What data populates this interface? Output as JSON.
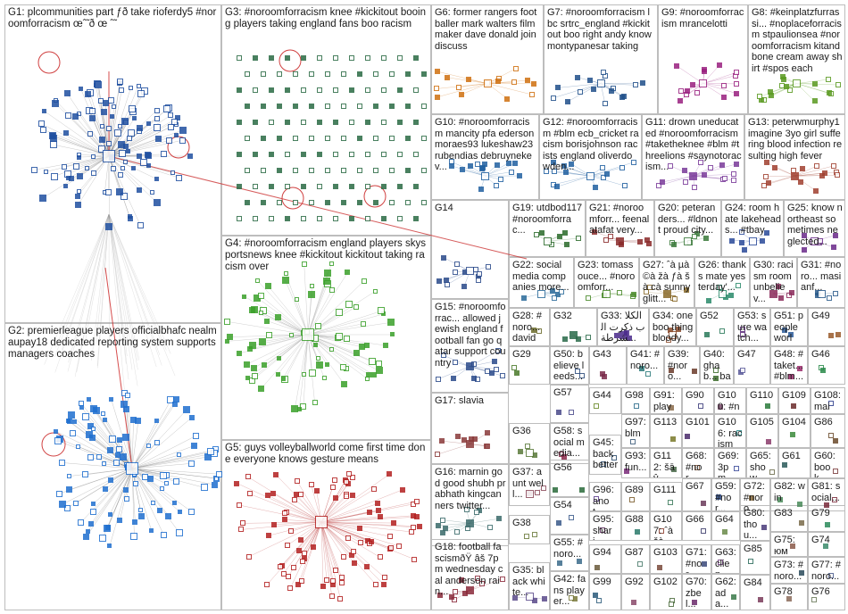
{
  "groups": [
    {
      "id": "g1",
      "label": "G1: plcommunities part ƒð take rioferdy5 #noroomforracism œˆ̃ ð œ ˆ̃",
      "color": "#1f4fa0"
    },
    {
      "id": "g2",
      "label": "G2: premierleague players officialbhafc nealmaupay18 dedicated reporting system supports managers coaches",
      "color": "#1f6fd0"
    },
    {
      "id": "g3",
      "label": "G3: #noroomforracism knee #kickitout booing players taking england fans boo racism",
      "color": "#2a6a44"
    },
    {
      "id": "g4",
      "label": "G4: #noroomforracism england players skysportsnews knee #kickitout kickitout taking racism over",
      "color": "#3aa02a"
    },
    {
      "id": "g5",
      "label": "G5: guys volleyballworld come first time done everyone knows gesture means",
      "color": "#b32020"
    },
    {
      "id": "g6",
      "label": "G6: former rangers footballer mark walters filmmaker dave donald join discuss",
      "color": "#d07010"
    },
    {
      "id": "g7",
      "label": "G7: #noroomforracism lbc srtrc_england #kickitout boo right andy know montypanesar taking",
      "color": "#20508a"
    },
    {
      "id": "g9",
      "label": "G9: #noroomforracism mrancelotti",
      "color": "#9a2080"
    },
    {
      "id": "g8",
      "label": "G8: #keinplatzfurrassi... #noplaceforracism stpaulionsea #noroomforracism kitandbone cream away shirt #spos each",
      "color": "#5a9a20"
    },
    {
      "id": "g10",
      "label": "G10: #noroomforracism mancity pfa edersonmoraes93 lukeshaw23 rubendias debruynekev...",
      "color": "#2060a0"
    },
    {
      "id": "g12",
      "label": "G12: #noroomforracism #blm ecb_cricket racism borisjohnson racists england oliverdowden...",
      "color": "#2060a0"
    },
    {
      "id": "g11",
      "label": "G11: drown uneducated #noroomforracism #taketheknee #blm #threelions #saynotoracism...",
      "color": "#7a3a9a"
    },
    {
      "id": "g13",
      "label": "G13: peterwmurphy1 imagine 3yo girl suffering blood infection resulting high fever",
      "color": "#a04030"
    },
    {
      "id": "g14",
      "label": "G14",
      "color": "#2a4a8a"
    },
    {
      "id": "g19",
      "label": "G19: utdbod117 #noroomforrac...",
      "color": "#2a6a2a"
    },
    {
      "id": "g21",
      "label": "G21: #noroomforr... feenalatafat very...",
      "color": "#8a2a2a"
    },
    {
      "id": "g20",
      "label": "G20: peteranders... #ldnont proud city...",
      "color": "#3a7a3a"
    },
    {
      "id": "g24",
      "label": "G24: room hate lakeheads... #tbay",
      "color": "#2a4a9a"
    },
    {
      "id": "g25",
      "label": "G25: know northeast sometimes neglected...",
      "color": "#6a2a8a"
    },
    {
      "id": "g22",
      "label": "G22: social media companies more...",
      "color": "#2a6a9a"
    },
    {
      "id": "g23",
      "label": "G23: tomassouce... #noroomforr...",
      "color": "#4a8a2a"
    },
    {
      "id": "g27",
      "label": "G27: ˆà µà ©à žà ƒà šà cà sunnyglitt...",
      "color": "#8a6a2a"
    },
    {
      "id": "g26",
      "label": "G26: thanks mate yesterday'...",
      "color": "#2a8a6a"
    },
    {
      "id": "g30",
      "label": "G30: racism room unbeliev...",
      "color": "#8a2a5a"
    },
    {
      "id": "g31",
      "label": "G31: #noro... masianf...",
      "color": "#2a5a8a"
    },
    {
      "id": "g15",
      "label": "G15: #noroomforrac... allowed jewish england football fan go qatar support country",
      "color": "#2a4a8a"
    },
    {
      "id": "g28",
      "label": "G28: #noro... davidc...",
      "color": "#6a6a2a"
    },
    {
      "id": "g32",
      "label": "G32",
      "color": "#2a6a4a"
    },
    {
      "id": "g33",
      "label": "G33: الكلاب ذكرت الشرطة...",
      "color": "#4a2a8a"
    },
    {
      "id": "g34",
      "label": "G34: one boo thing bloody...",
      "color": "#8a4a2a"
    },
    {
      "id": "g52",
      "label": "G52",
      "color": "#2a7a5a"
    },
    {
      "id": "g53",
      "label": "G53: sure watch...",
      "color": "#5a2a7a"
    },
    {
      "id": "g51",
      "label": "G51: people world...",
      "color": "#2a5a9a"
    },
    {
      "id": "g49",
      "label": "G49",
      "color": "#9a5a2a"
    },
    {
      "id": "g29",
      "label": "G29",
      "color": "#4a7a2a"
    },
    {
      "id": "g50",
      "label": "G50: believe leeds...",
      "color": "#2a4a7a"
    },
    {
      "id": "g43",
      "label": "G43",
      "color": "#7a2a4a"
    },
    {
      "id": "g41",
      "label": "G41: #noro...",
      "color": "#2a7a7a"
    },
    {
      "id": "g39",
      "label": "G39: #noro...",
      "color": "#6a3a2a"
    },
    {
      "id": "g40",
      "label": "G40: ghab... badpi...",
      "color": "#3a6a2a"
    },
    {
      "id": "g47",
      "label": "G47",
      "color": "#5a5a9a"
    },
    {
      "id": "g48",
      "label": "G48: #taket... #blm...",
      "color": "#9a2a6a"
    },
    {
      "id": "g46",
      "label": "G46",
      "color": "#2a8a4a"
    },
    {
      "id": "g17",
      "label": "G17: slavia",
      "color": "#8a3a3a"
    },
    {
      "id": "g57",
      "label": "G57",
      "color": "#4a4a8a"
    },
    {
      "id": "g44",
      "label": "G44",
      "color": "#6a8a2a"
    },
    {
      "id": "g98",
      "label": "G98",
      "color": "#2a6a8a"
    },
    {
      "id": "g91",
      "label": "G91: playe...",
      "color": "#8a6a4a"
    },
    {
      "id": "g90",
      "label": "G90",
      "color": "#3a3a7a"
    },
    {
      "id": "g100",
      "label": "G100: #nor...",
      "color": "#7a4a6a"
    },
    {
      "id": "g110",
      "label": "G110",
      "color": "#2a7a3a"
    },
    {
      "id": "g109",
      "label": "G109",
      "color": "#6a2a2a"
    },
    {
      "id": "g108",
      "label": "G108: mais...",
      "color": "#2a3a8a"
    },
    {
      "id": "g36",
      "label": "G36",
      "color": "#5a7a3a"
    },
    {
      "id": "g58",
      "label": "G58: social media...",
      "color": "#8a2a4a"
    },
    {
      "id": "g97",
      "label": "G97: blm",
      "color": "#3a5a7a"
    },
    {
      "id": "g113",
      "label": "G113",
      "color": "#7a7a2a"
    },
    {
      "id": "g101",
      "label": "G101",
      "color": "#4a2a6a"
    },
    {
      "id": "g106",
      "label": "G106: racism",
      "color": "#2a8a8a"
    },
    {
      "id": "g105",
      "label": "G105",
      "color": "#8a3a6a"
    },
    {
      "id": "g104",
      "label": "G104",
      "color": "#3a8a3a"
    },
    {
      "id": "g86",
      "label": "G86",
      "color": "#6a4a2a"
    },
    {
      "id": "g45",
      "label": "G45: back better",
      "color": "#2a4a6a"
    },
    {
      "id": "g93",
      "label": "G93: fun...",
      "color": "#7a2a7a"
    },
    {
      "id": "g112",
      "label": "G112: šāŷ",
      "color": "#4a6a4a"
    },
    {
      "id": "g68",
      "label": "G68: #nor...",
      "color": "#8a5a3a"
    },
    {
      "id": "g69",
      "label": "G69: 3pm...",
      "color": "#3a4a9a"
    },
    {
      "id": "g65",
      "label": "G65: show...",
      "color": "#6a6a4a"
    },
    {
      "id": "g61",
      "label": "G61",
      "color": "#2a5a5a"
    },
    {
      "id": "g60",
      "label": "G60: book...",
      "color": "#7a3a3a"
    },
    {
      "id": "g16",
      "label": "G16: marnin god good shubh prabhath kingcanners twitter...",
      "color": "#3a6a6a"
    },
    {
      "id": "g37",
      "label": "G37: aunt well...",
      "color": "#8a4a5a"
    },
    {
      "id": "g56",
      "label": "G56",
      "color": "#2a6a3a"
    },
    {
      "id": "g96",
      "label": "G96: anot...",
      "color": "#5a3a8a"
    },
    {
      "id": "g89",
      "label": "G89",
      "color": "#7a5a2a"
    },
    {
      "id": "g111",
      "label": "G111",
      "color": "#3a7a5a"
    },
    {
      "id": "g67",
      "label": "G67",
      "color": "#6a3a5a"
    },
    {
      "id": "g59",
      "label": "G59: #nor...",
      "color": "#2a4a8a"
    },
    {
      "id": "g72",
      "label": "G72: #noro...",
      "color": "#8a6a3a"
    },
    {
      "id": "g82",
      "label": "G82: win",
      "color": "#4a8a5a"
    },
    {
      "id": "g81",
      "label": "G81: social...",
      "color": "#7a2a3a"
    },
    {
      "id": "g54",
      "label": "G54",
      "color": "#3a5a8a"
    },
    {
      "id": "g38",
      "label": "G38",
      "color": "#6a7a3a"
    },
    {
      "id": "g95",
      "label": "G95: shari...",
      "color": "#5a2a5a"
    },
    {
      "id": "g88",
      "label": "G88",
      "color": "#2a7a6a"
    },
    {
      "id": "g107",
      "label": "G107: ˆà šà...",
      "color": "#8a3a2a"
    },
    {
      "id": "g66",
      "label": "G66",
      "color": "#3a3a6a"
    },
    {
      "id": "g64",
      "label": "G64",
      "color": "#6a8a4a"
    },
    {
      "id": "g80",
      "label": "G80: thou...",
      "color": "#4a3a7a"
    },
    {
      "id": "g83",
      "label": "G83",
      "color": "#7a6a4a"
    },
    {
      "id": "g79",
      "label": "G79",
      "color": "#2a8a5a"
    },
    {
      "id": "g18",
      "label": "G18: football fascismðŸ âš 7pm wednesday cal anderson rain...",
      "color": "#8a2a3a"
    },
    {
      "id": "g55",
      "label": "G55: #noro...",
      "color": "#3a6a8a"
    },
    {
      "id": "g94",
      "label": "G94",
      "color": "#6a5a3a"
    },
    {
      "id": "g87",
      "label": "G87",
      "color": "#4a7a6a"
    },
    {
      "id": "g103",
      "label": "G103",
      "color": "#7a4a3a"
    },
    {
      "id": "g71",
      "label": "G71: #nor...",
      "color": "#3a4a7a"
    },
    {
      "id": "g63",
      "label": "G63: clien...",
      "color": "#6a3a7a"
    },
    {
      "id": "g85",
      "label": "G85",
      "color": "#2a6a5a"
    },
    {
      "id": "g75",
      "label": "G75: юм",
      "color": "#8a5a4a"
    },
    {
      "id": "g74",
      "label": "G74",
      "color": "#3a8a6a"
    },
    {
      "id": "g35",
      "label": "G35: black white...",
      "color": "#5a4a8a"
    },
    {
      "id": "g42",
      "label": "G42: fans player...",
      "color": "#7a7a3a"
    },
    {
      "id": "g99",
      "label": "G99",
      "color": "#2a5a7a"
    },
    {
      "id": "g92",
      "label": "G92",
      "color": "#8a4a6a"
    },
    {
      "id": "g102",
      "label": "G102",
      "color": "#4a6a3a"
    },
    {
      "id": "g70",
      "label": "G70: zbel...",
      "color": "#6a2a6a"
    },
    {
      "id": "g62",
      "label": "G62: ada...",
      "color": "#3a7a4a"
    },
    {
      "id": "g84",
      "label": "G84",
      "color": "#7a3a5a"
    },
    {
      "id": "g73",
      "label": "G73: #noro...",
      "color": "#2a4a5a"
    },
    {
      "id": "g78",
      "label": "G78",
      "color": "#8a6a5a"
    },
    {
      "id": "g77",
      "label": "G77: #noro...",
      "color": "#4a5a8a"
    },
    {
      "id": "g76",
      "label": "G76",
      "color": "#6a7a5a"
    }
  ]
}
